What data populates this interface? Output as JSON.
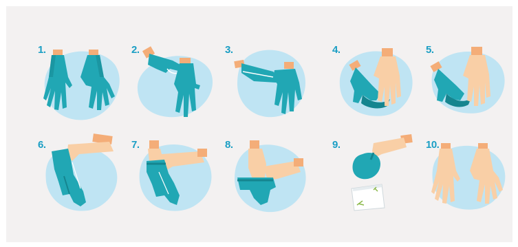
{
  "steps": [
    {
      "label": "1."
    },
    {
      "label": "2."
    },
    {
      "label": "3."
    },
    {
      "label": "4."
    },
    {
      "label": "5."
    },
    {
      "label": "6."
    },
    {
      "label": "7."
    },
    {
      "label": "8."
    },
    {
      "label": "9."
    },
    {
      "label": "10."
    }
  ],
  "colors": {
    "background": "#f3f1f1",
    "blob": "#bfe4f3",
    "glove": "#21a7b4",
    "glove_dark": "#15858f",
    "skin": "#f9cfa6",
    "cuff": "#f4ad78",
    "number": "#1a9ec4"
  }
}
